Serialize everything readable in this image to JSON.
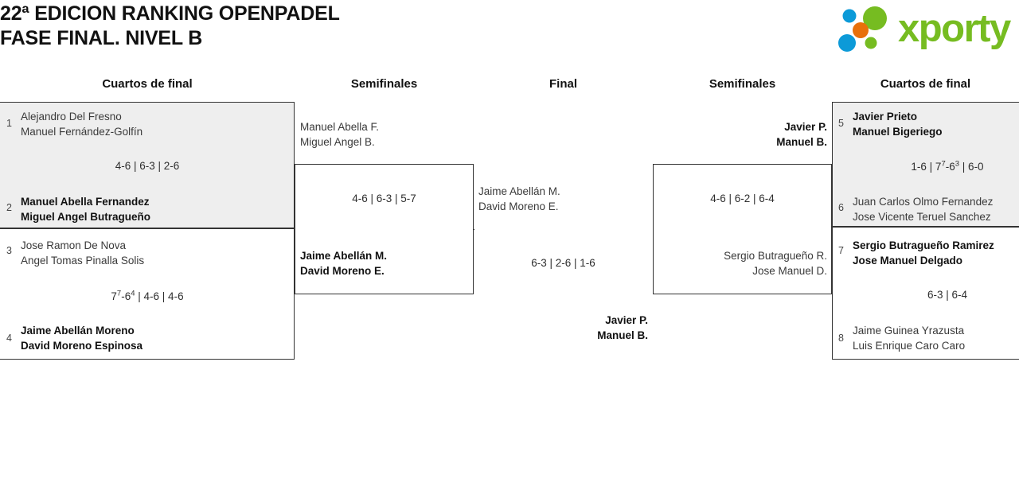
{
  "header": {
    "title": "22ª EDICION RANKING OPENPADEL\nFASE FINAL. NIVEL B",
    "logo": {
      "wordmark": "xporty",
      "colors": {
        "green": "#76bc21",
        "blue": "#0c9ad8",
        "orange": "#e8700a"
      }
    }
  },
  "rounds": {
    "qf_left": "Cuartos de final",
    "sf_left": "Semifinales",
    "final": "Final",
    "sf_right": "Semifinales",
    "qf_right": "Cuartos de final"
  },
  "matches": {
    "qf1": {
      "score": "4-6 | 6-3 | 2-6",
      "top": {
        "seed": "1",
        "line1": "Alejandro Del Fresno",
        "line2": "Manuel Fernández-Golfín",
        "result": "loser"
      },
      "bottom": {
        "seed": "2",
        "line1": "Manuel Abella Fernandez",
        "line2": "Miguel Angel Butragueño",
        "result": "winner"
      }
    },
    "qf2": {
      "score_pre": "7",
      "score_sup1": "7",
      "score_mid": "-6",
      "score_sup2": "4",
      "score_post": " | 4-6 | 4-6",
      "score_plain": "7⁷-6⁴ | 4-6 | 4-6",
      "top": {
        "seed": "3",
        "line1": "Jose Ramon De Nova",
        "line2": "Angel Tomas Pinalla Solis",
        "result": "loser"
      },
      "bottom": {
        "seed": "4",
        "line1": "Jaime Abellán Moreno",
        "line2": "David Moreno Espinosa",
        "result": "winner"
      }
    },
    "qf3": {
      "score_pre": "1-6 | 7",
      "score_sup1": "7",
      "score_mid": "-6",
      "score_sup2": "3",
      "score_post": " | 6-0",
      "score_plain": "1-6 | 7⁷-6³ | 6-0",
      "top": {
        "seed": "5",
        "line1": "Javier Prieto",
        "line2": "Manuel Bigeriego",
        "result": "winner"
      },
      "bottom": {
        "seed": "6",
        "line1": "Juan Carlos Olmo Fernandez",
        "line2": "Jose Vicente Teruel Sanchez",
        "result": "loser"
      }
    },
    "qf4": {
      "score": "6-3 | 6-4",
      "top": {
        "seed": "7",
        "line1": "Sergio Butragueño Ramirez",
        "line2": "Jose Manuel Delgado",
        "result": "winner"
      },
      "bottom": {
        "seed": "8",
        "line1": "Jaime Guinea Yrazusta",
        "line2": "Luis Enrique Caro Caro",
        "result": "loser"
      }
    },
    "sf_left": {
      "score": "4-6 | 6-3 | 5-7",
      "top": {
        "line1": "Manuel Abella F.",
        "line2": "Miguel Angel B.",
        "result": "loser"
      },
      "bottom": {
        "line1": "Jaime Abellán M.",
        "line2": "David Moreno E.",
        "result": "winner"
      }
    },
    "sf_right": {
      "score": "4-6 | 6-2 | 6-4",
      "top": {
        "line1": "Javier P.",
        "line2": "Manuel B.",
        "result": "winner"
      },
      "bottom": {
        "line1": "Sergio Butragueño R.",
        "line2": "Jose Manuel D.",
        "result": "loser"
      }
    },
    "final": {
      "score": "6-3 | 2-6 | 1-6",
      "left": {
        "line1": "Jaime Abellán M.",
        "line2": "David Moreno E.",
        "result": "loser"
      },
      "right": {
        "line1": "Javier P.",
        "line2": "Manuel B.",
        "result": "winner"
      }
    }
  }
}
